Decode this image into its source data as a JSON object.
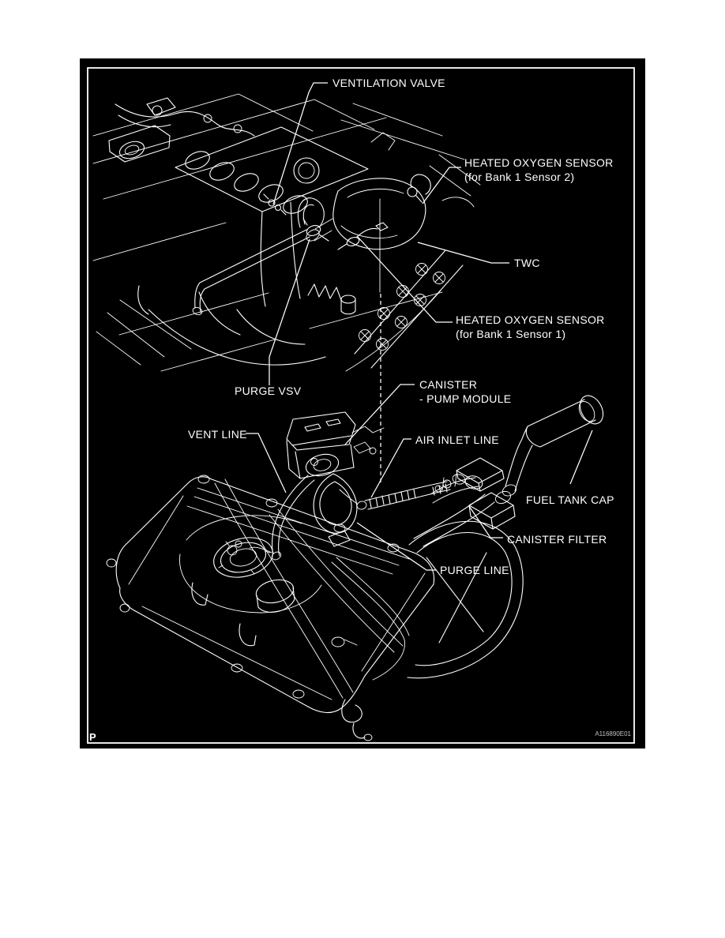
{
  "figure": {
    "type": "component-location-diagram",
    "page_marker": "P",
    "figure_code": "A116890E01",
    "colors": {
      "page": "#ffffff",
      "background": "#000000",
      "line": "#ffffff"
    },
    "labels": {
      "ventilation_valve": "VENTILATION VALVE",
      "heated_oxygen_sensor_2_line1": "HEATED OXYGEN SENSOR",
      "heated_oxygen_sensor_2_line2": "(for Bank 1 Sensor 2)",
      "twc": "TWC",
      "heated_oxygen_sensor_1_line1": "HEATED OXYGEN SENSOR",
      "heated_oxygen_sensor_1_line2": "(for Bank 1 Sensor 1)",
      "purge_vsv": "PURGE VSV",
      "canister_pump_module_line1": "CANISTER",
      "canister_pump_module_line2": "- PUMP MODULE",
      "vent_line": "VENT LINE",
      "air_inlet_line": "AIR INLET LINE",
      "fuel_tank_cap": "FUEL TANK CAP",
      "canister_filter": "CANISTER FILTER",
      "purge_line": "PURGE LINE"
    }
  }
}
